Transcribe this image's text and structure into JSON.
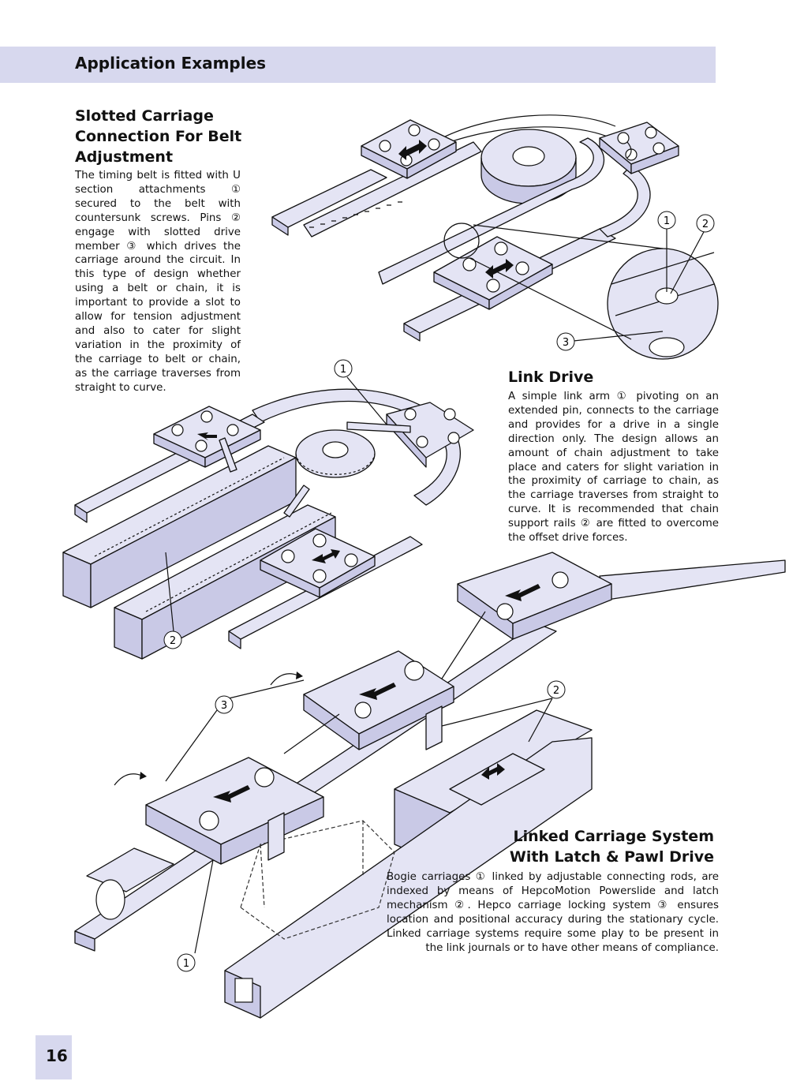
{
  "header": {
    "title": "Application Examples"
  },
  "sections": {
    "slotted": {
      "title_lines": [
        "Slotted Carriage",
        "Connection For Belt",
        "Adjustment"
      ],
      "body": "The timing belt is fitted with U section attachments ① secured to the belt with countersunk screws. Pins ② engage with slotted drive member ③ which drives the carriage around the circuit. In this type of design whether using a belt or chain, it is important to provide a slot to allow for tension adjustment and also to cater for slight variation in the proximity of the carriage to belt or chain, as the carriage traverses from straight to curve."
    },
    "link": {
      "title": "Link Drive",
      "body": "A simple link arm ① pivoting on an extended pin, connects to the carriage and provides for a drive in a single direction only. The design allows an amount of chain adjustment to take place and caters for slight variation in the proximity of carriage to chain, as the carriage traverses from straight to curve. It is recommended that chain support rails ② are fitted to overcome the offset drive forces."
    },
    "linked": {
      "title_lines": [
        "Linked Carriage System",
        "With Latch & Pawl Drive"
      ],
      "body": "Bogie carriages ① linked by adjustable connecting rods, are indexed by means of HepcoMotion Powerslide and latch mechanism ②. Hepco carriage locking system ③ ensures location and positional accuracy during the stationary cycle. Linked carriage systems require some play to be present in the link journals or to have other means of compliance."
    }
  },
  "callouts": {
    "fig1": [
      "1",
      "2",
      "3"
    ],
    "fig2": [
      "1",
      "2"
    ],
    "fig3": [
      "1",
      "2",
      "3"
    ]
  },
  "page_number": "16",
  "colors": {
    "band": "#d7d8ee",
    "part": "#e4e4f4",
    "part_dark": "#c9c9e6"
  }
}
